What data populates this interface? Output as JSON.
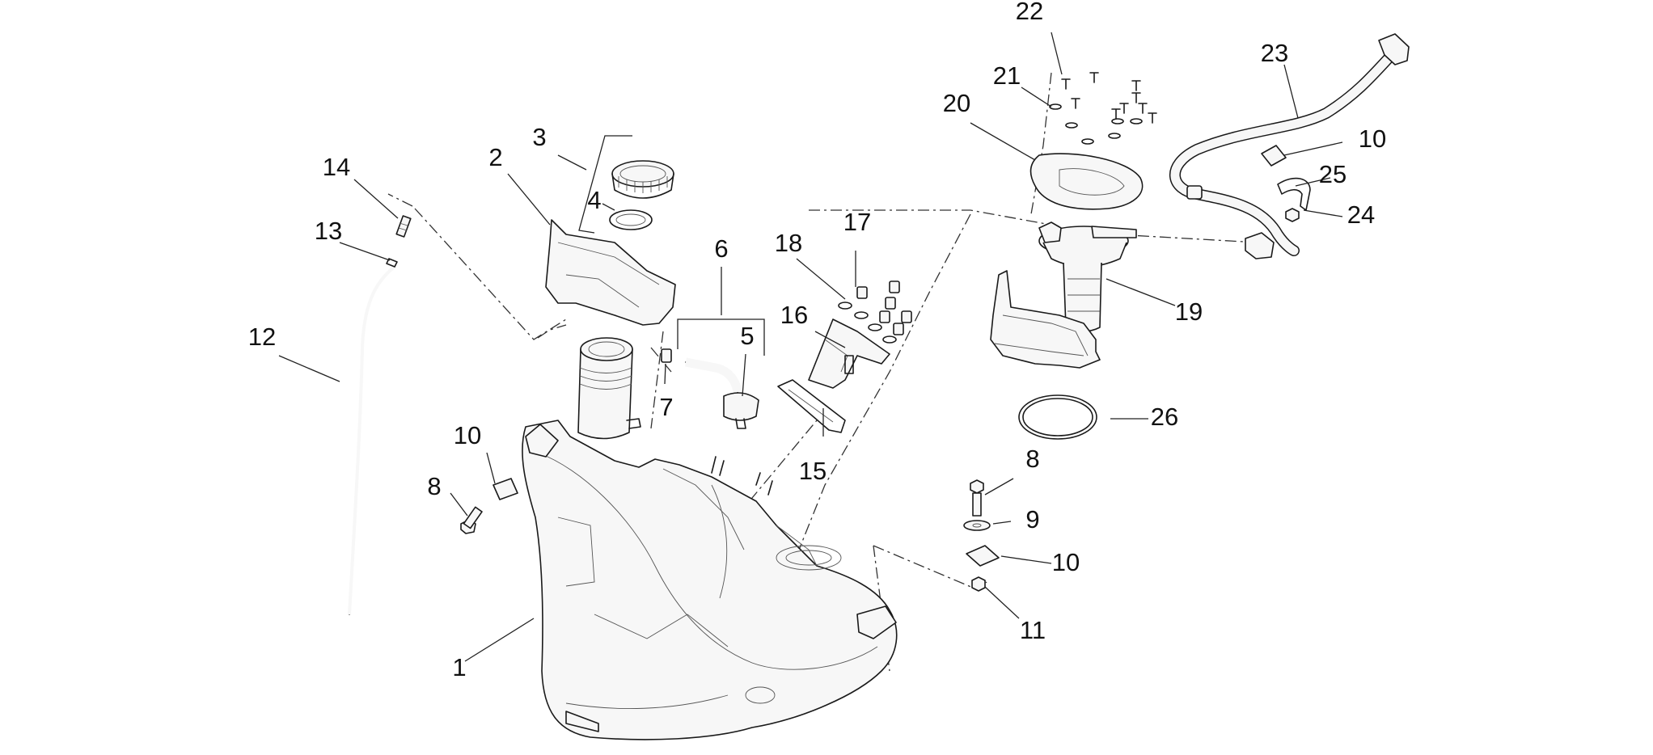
{
  "diagram": {
    "callouts": [
      "1",
      "2",
      "3",
      "4",
      "5",
      "6",
      "7",
      "8",
      "8",
      "9",
      "10",
      "10",
      "10",
      "11",
      "12",
      "13",
      "14",
      "15",
      "16",
      "17",
      "18",
      "19",
      "20",
      "21",
      "22",
      "23",
      "24",
      "25",
      "26"
    ]
  }
}
